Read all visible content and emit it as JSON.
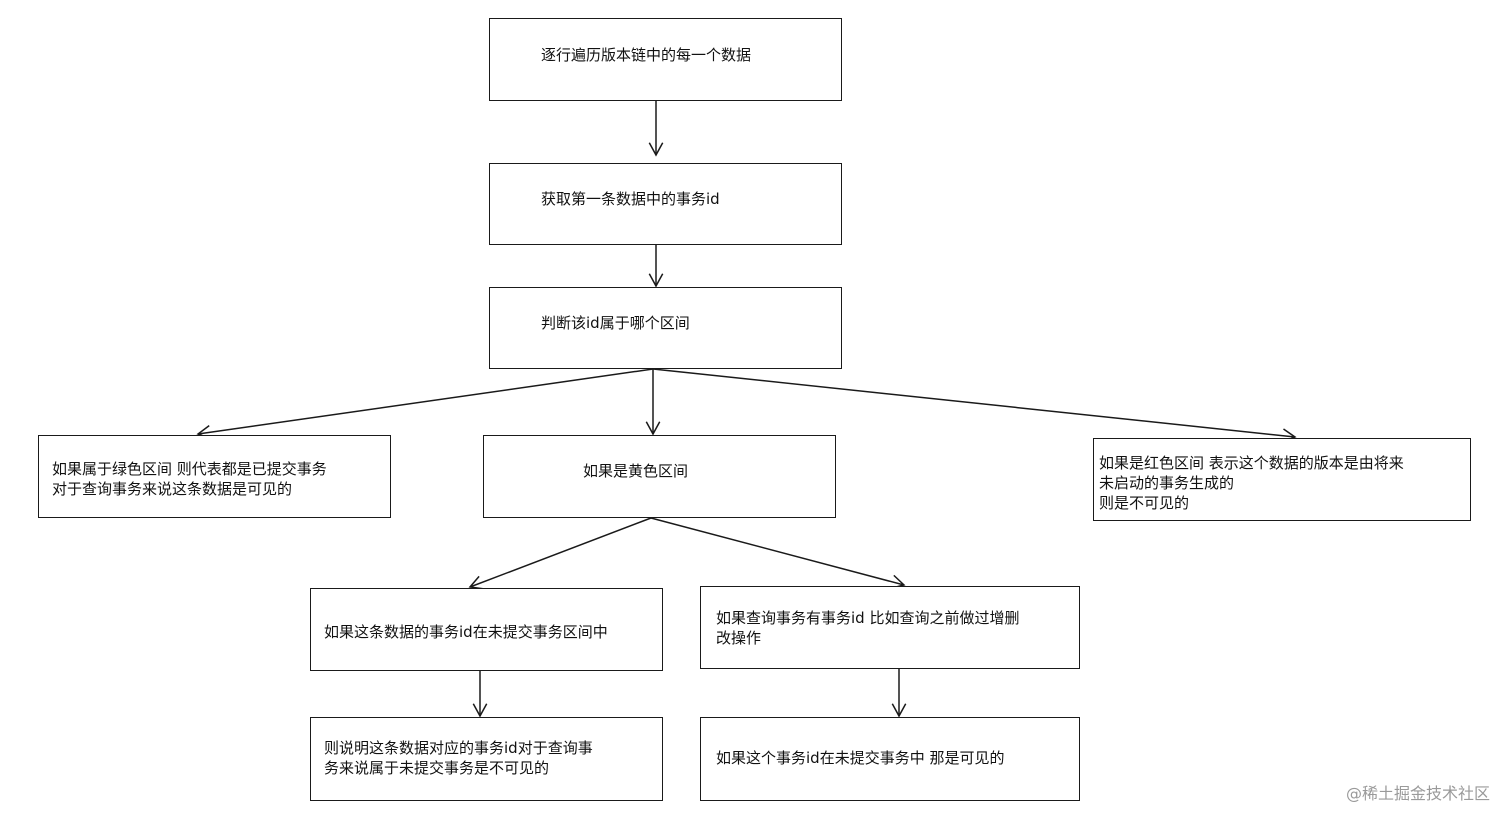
{
  "diagram": {
    "nodes": {
      "iterate": {
        "lines": [
          "逐行遍历版本链中的每一个数据"
        ]
      },
      "get_txid": {
        "lines": [
          "获取第一条数据中的事务id"
        ]
      },
      "judge_range": {
        "lines": [
          "判断该id属于哪个区间"
        ]
      },
      "green": {
        "lines": [
          "如果属于绿色区间 则代表都是已提交事务",
          "对于查询事务来说这条数据是可见的"
        ]
      },
      "yellow": {
        "lines": [
          "如果是黄色区间"
        ]
      },
      "red": {
        "lines": [
          "如果是红色区间   表示这个数据的版本是由将来",
          "未启动的事务生成的",
          "则是不可见的"
        ]
      },
      "uncommitted": {
        "lines": [
          "如果这条数据的事务id在未提交事务区间中"
        ]
      },
      "query_has_txid": {
        "lines": [
          "如果查询事务有事务id 比如查询之前做过增删",
          "改操作"
        ]
      },
      "invisible": {
        "lines": [
          "则说明这条数据对应的事务id对于查询事",
          "务来说属于未提交事务是不可见的"
        ]
      },
      "visible": {
        "lines": [
          "如果这个事务id在未提交事务中 那是可见的"
        ]
      }
    },
    "edges": [
      [
        "iterate",
        "get_txid"
      ],
      [
        "get_txid",
        "judge_range"
      ],
      [
        "judge_range",
        "green"
      ],
      [
        "judge_range",
        "yellow"
      ],
      [
        "judge_range",
        "red"
      ],
      [
        "yellow",
        "uncommitted"
      ],
      [
        "yellow",
        "query_has_txid"
      ],
      [
        "uncommitted",
        "invisible"
      ],
      [
        "query_has_txid",
        "visible"
      ]
    ]
  },
  "watermark": "@稀土掘金技术社区"
}
